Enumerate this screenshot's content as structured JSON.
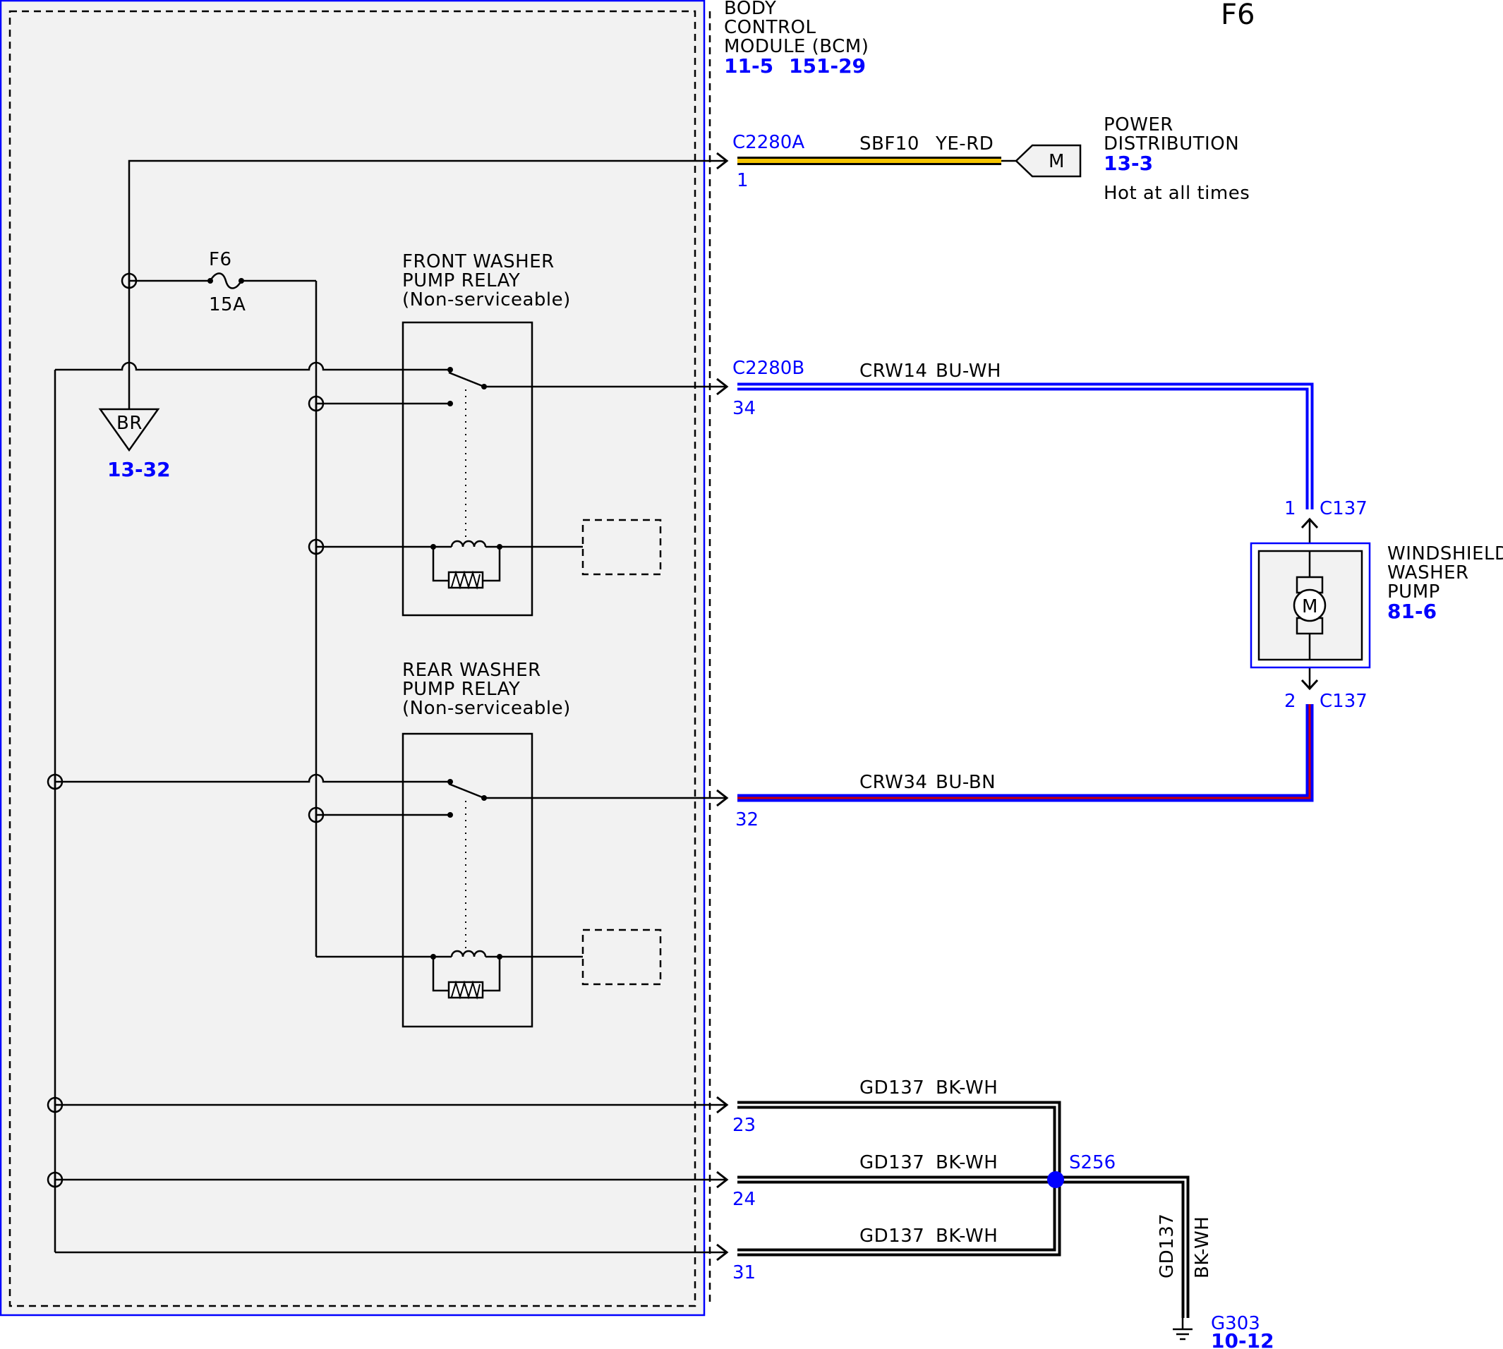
{
  "page_ref": "F6",
  "bcm": {
    "name_line1": "BODY",
    "name_line2": "CONTROL",
    "name_line3": "MODULE (BCM)",
    "ref1": "11-5",
    "ref2": "151-29"
  },
  "power_distribution": {
    "line1": "POWER",
    "line2": "DISTRIBUTION",
    "ref": "13-3",
    "note": "Hot at all times",
    "connector_letter": "M"
  },
  "fuse": {
    "name": "F6",
    "rating": "15A"
  },
  "bus_bar": {
    "label": "BR",
    "ref": "13-32"
  },
  "front_relay": {
    "line1": "FRONT WASHER",
    "line2": "PUMP RELAY",
    "line3": "(Non-serviceable)"
  },
  "rear_relay": {
    "line1": "REAR WASHER",
    "line2": "PUMP RELAY",
    "line3": "(Non-serviceable)"
  },
  "pump": {
    "line1": "WINDSHIELD",
    "line2": "WASHER",
    "line3": "PUMP",
    "ref": "81-6",
    "motor_letter": "M"
  },
  "connectors": {
    "c2280a": "C2280A",
    "c2280b": "C2280B",
    "c137": "C137",
    "s256": "S256"
  },
  "pins": {
    "p1": "1",
    "p34": "34",
    "p32": "32",
    "p23": "23",
    "p24": "24",
    "p31": "31",
    "c137_1": "1",
    "c137_2": "2"
  },
  "circuits": [
    {
      "circuit": "SBF10",
      "color": "YE-RD"
    },
    {
      "circuit": "CRW14",
      "color": "BU-WH"
    },
    {
      "circuit": "CRW34",
      "color": "BU-BN"
    },
    {
      "circuit": "GD137",
      "color": "BK-WH"
    },
    {
      "circuit": "GD137",
      "color": "BK-WH"
    },
    {
      "circuit": "GD137",
      "color": "BK-WH"
    },
    {
      "circuit": "GD137",
      "color": "BK-WH"
    }
  ],
  "ground": {
    "name": "G303",
    "ref": "10-12"
  },
  "colors": {
    "module_border": "#0000ff",
    "module_fill": "#f2f2f2",
    "wire_ye": "#f5c400",
    "wire_bu": "#0000ff",
    "wire_bn": "#cc0000",
    "wire_bk": "#000000"
  }
}
